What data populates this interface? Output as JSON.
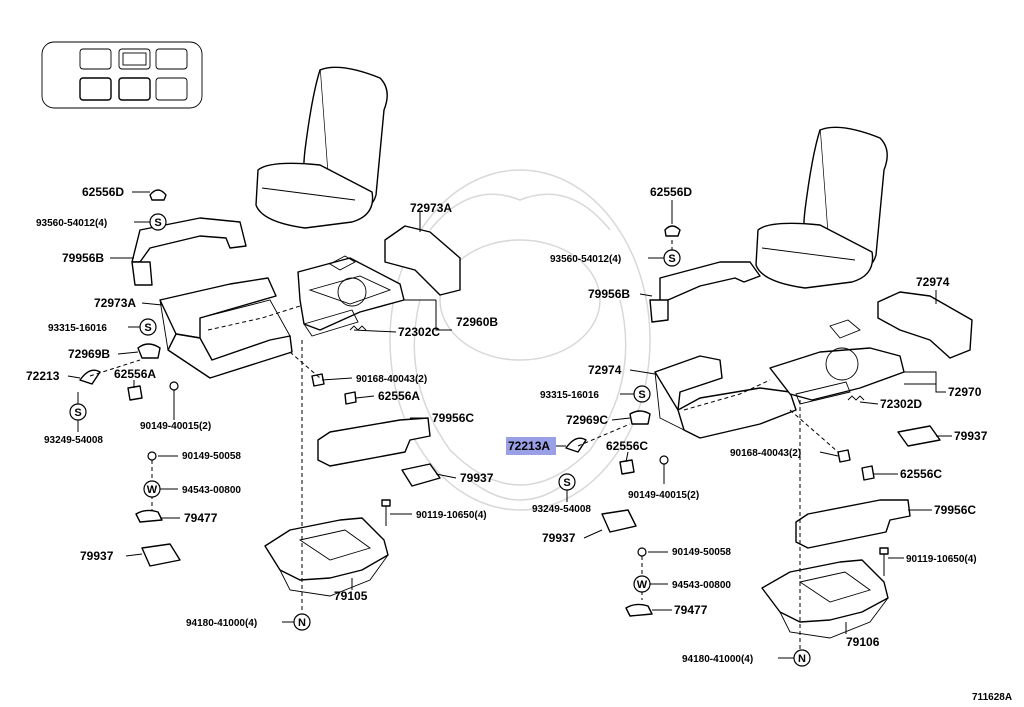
{
  "diagram_id": "711628A",
  "symbols": {
    "s": "S",
    "w": "W",
    "n": "N"
  },
  "labels": {
    "l62556D_a": "62556D",
    "l93560_a": "93560-54012(4)",
    "l79956B_a": "79956B",
    "l72973A_top": "72973A",
    "l72973A_a": "72973A",
    "l93315_a": "93315-16016",
    "l72969B": "72969B",
    "l72213": "72213",
    "l62556A_a": "62556A",
    "l93249_a": "93249-54008",
    "l90149_40015_a": "90149-40015(2)",
    "l90149_50058_a": "90149-50058",
    "l94543_a": "94543-00800",
    "l79477_a": "79477",
    "l79937_a": "79937",
    "l72302C_a": "72302C",
    "l72960B": "72960B",
    "l90168_a": "90168-40043(2)",
    "l62556A_b": "62556A",
    "l79956C_a": "79956C",
    "l79937_b": "79937",
    "l90119_a": "90119-10650(4)",
    "l79105": "79105",
    "l94180_a": "94180-41000(4)",
    "l62556D_b": "62556D",
    "l93560_b": "93560-54012(4)",
    "l79956B_b": "79956B",
    "l72974_top": "72974",
    "l72974_a": "72974",
    "l93315_b": "93315-16016",
    "l72969C": "72969C",
    "l72213A": "72213A",
    "l62556C": "62556C",
    "l93249_b": "93249-54008",
    "l90149_40015_b": "90149-40015(2)",
    "l72970": "72970",
    "l72302D": "72302D",
    "l90168_b": "90168-40043(2)",
    "l79937_c": "79937",
    "l62556C_b": "62556C",
    "l79956C_b": "79956C",
    "l79937_d": "79937",
    "l90149_50058_b": "90149-50058",
    "l94543_b": "94543-00800",
    "l79477_b": "79477",
    "l90119_b": "90119-10650(4)",
    "l79106": "79106",
    "l94180_b": "94180-41000(4)"
  },
  "highlight_color": "#9aa0e6"
}
